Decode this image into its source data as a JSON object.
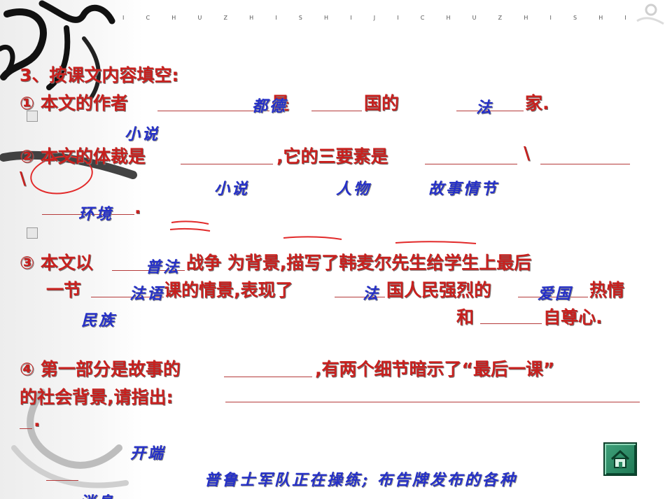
{
  "header": {
    "pinyin_letters": [
      "I",
      "C",
      "H",
      "U",
      "Z",
      "H",
      "I",
      "S",
      "H",
      "I",
      "J",
      "I",
      "C",
      "H",
      "U",
      "Z",
      "H",
      "I",
      "S",
      "H",
      "I"
    ]
  },
  "question": {
    "heading": "3、按课文内容填空:",
    "item1": {
      "part_a": "① 本文的作者",
      "part_b": "是",
      "part_c": "国的",
      "part_d": "家.",
      "answer_author": "都德",
      "answer_country": "法",
      "answer_role": "小说"
    },
    "item2": {
      "part_a": "② 本文的体裁是",
      "part_b": ",它的三要素是",
      "sep1": "\\",
      "sep2": "\\",
      "end": ".",
      "answer_genre": "小说",
      "answer_e1": "人物",
      "answer_e2": "故事情节",
      "answer_e3": "环境"
    },
    "item3": {
      "part_a": "③ 本文以",
      "part_b": "战争 为背景,描写了韩麦尔先生给学生上最后",
      "part_c": "一节",
      "part_d": "课的情景,表现了",
      "part_e": "国人民强烈的",
      "part_f": "热情",
      "part_g": "和",
      "part_h": "自尊心.",
      "answer_war": "普法",
      "answer_lesson": "法语",
      "answer_people": "法",
      "answer_passion": "爱国",
      "answer_pride": "民族"
    },
    "item4": {
      "part_a": "④ 第一部分是故事的",
      "part_b": ",有两个细节暗示了“最后一课”",
      "part_c": "的社会背景,请指出:",
      "end": ".",
      "answer_stage": "开端",
      "answer_details": "普鲁士军队正在操练; 布告牌发布的各种",
      "answer_tail": "消息"
    }
  },
  "nav": {
    "home_icon": "home-icon"
  },
  "colors": {
    "question_text": "#c8201e",
    "answer_text": "#2530c8",
    "annotation": "#e22a2a",
    "home_button": "#2b8a62"
  }
}
